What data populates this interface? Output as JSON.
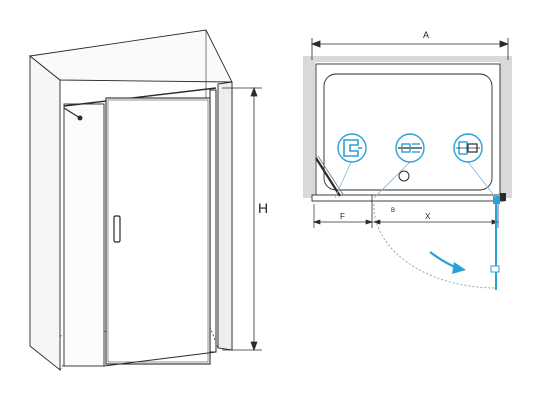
{
  "labels": {
    "height": "H",
    "width": "A",
    "fixed_panel": "F",
    "door_opening": "X",
    "gap": "B"
  },
  "colors": {
    "line": "#2b2b2b",
    "wall": "#d9d9d9",
    "accent": "#2a9fd8"
  },
  "icons": [
    "wall-bracket-icon",
    "pivot-hinge-icon",
    "door-hinge-icon",
    "opening-arrow-icon"
  ]
}
